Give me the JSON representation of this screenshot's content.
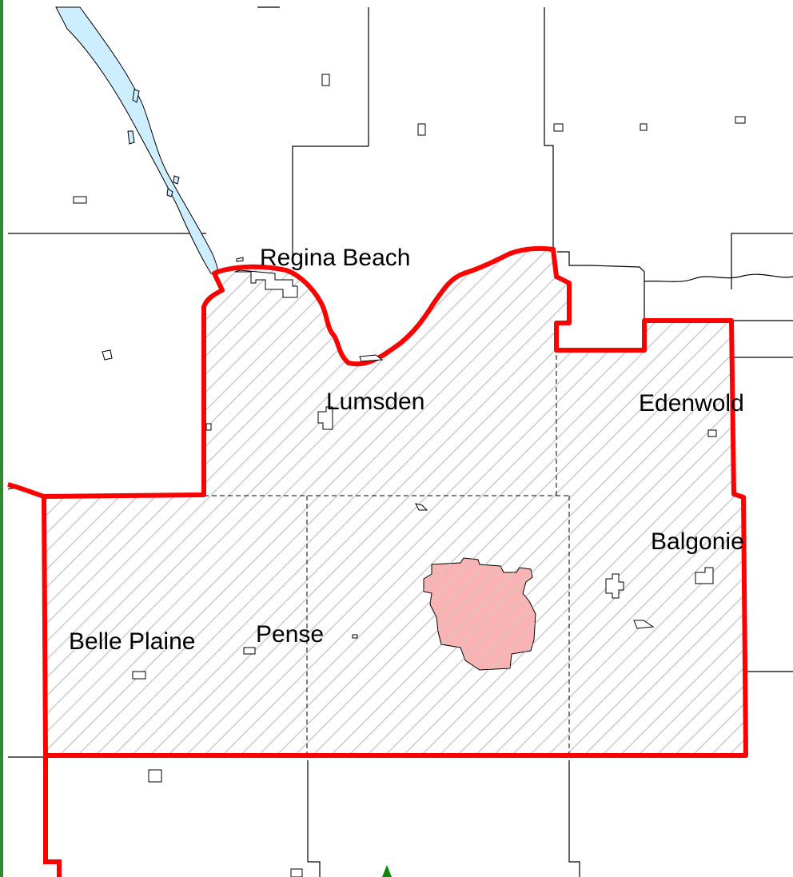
{
  "map": {
    "labels": {
      "regina_beach": "Regina Beach",
      "lumsden": "Lumsden",
      "edenwold": "Edenwold",
      "balgonie": "Balgonie",
      "belle_plaine": "Belle Plaine",
      "pense": "Pense"
    },
    "colors": {
      "boundary": "#ff0000",
      "water": "#cdeeff",
      "urban_fill": "#f9b3b3",
      "hatch": "#cccccc",
      "lines": "#000000",
      "left_edge": "#2e8b2e",
      "marker": "#0a8a0a"
    },
    "icons": [
      "north-arrow-icon"
    ]
  }
}
